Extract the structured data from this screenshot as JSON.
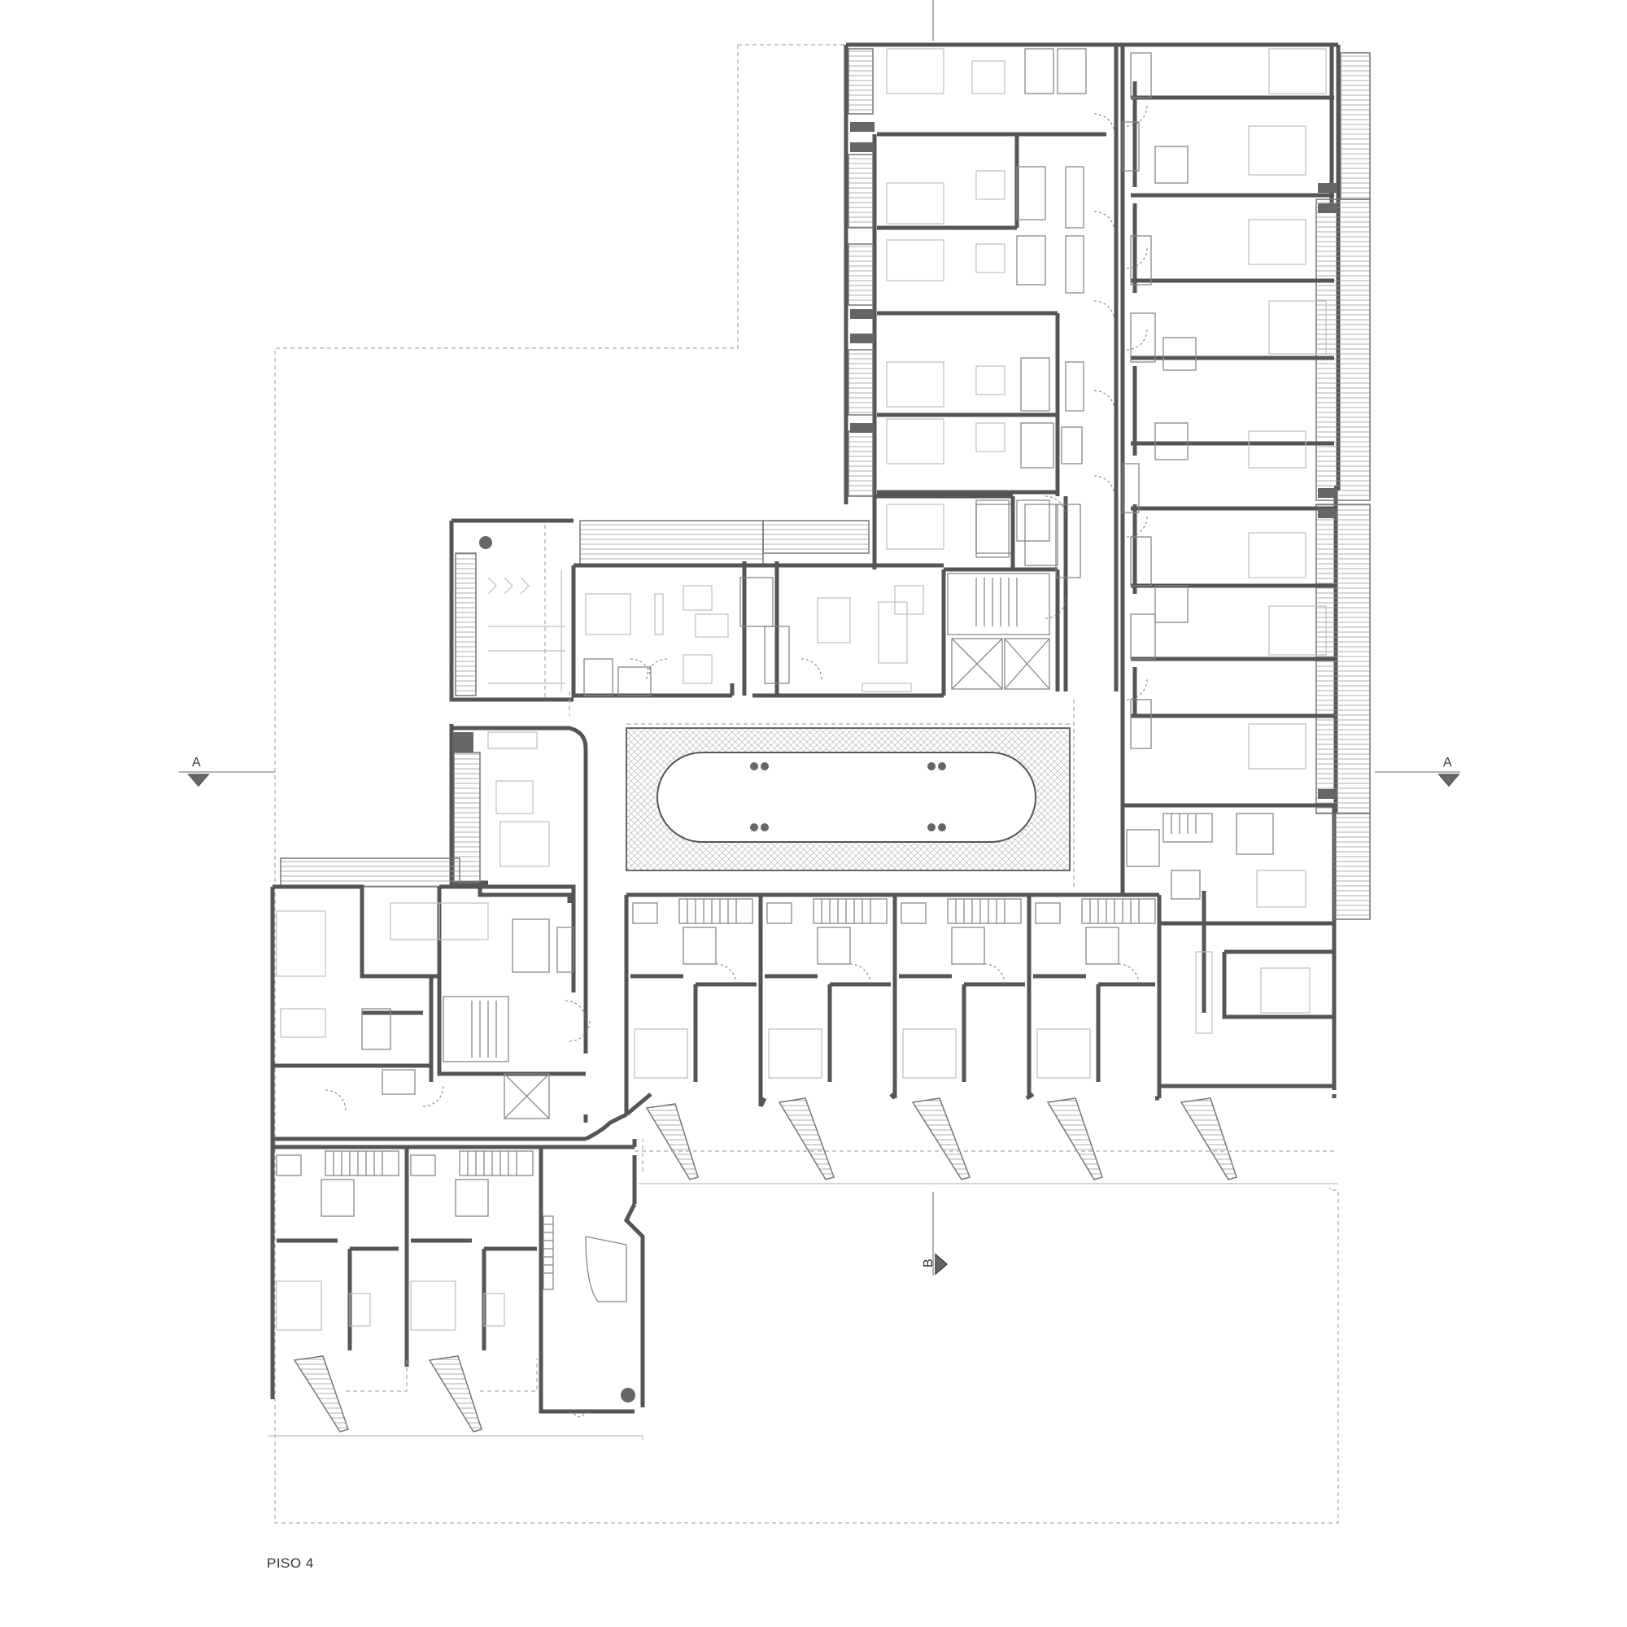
{
  "drawing": {
    "title": "PISO 4",
    "section_a_label": "A",
    "section_b_label": "B"
  },
  "colors": {
    "wall": "#666666",
    "line": "#888888",
    "furniture": "#bdbdbd",
    "background": "#ffffff"
  }
}
